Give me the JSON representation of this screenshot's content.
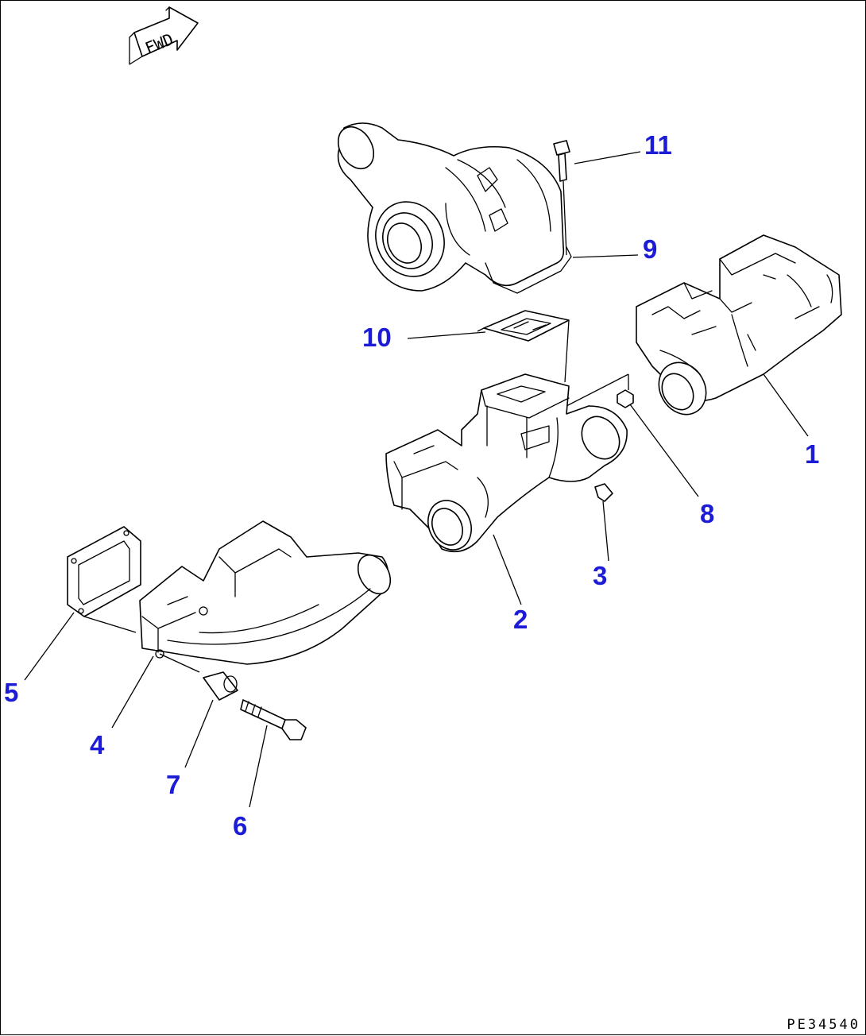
{
  "drawing": {
    "orientation_label": "FWD",
    "drawing_code": "PE34540"
  },
  "callouts": [
    {
      "id": "c1",
      "label": "1",
      "part": "exhaust-manifold-rear"
    },
    {
      "id": "c2",
      "label": "2",
      "part": "exhaust-manifold-center"
    },
    {
      "id": "c3",
      "label": "3",
      "part": "plug"
    },
    {
      "id": "c4",
      "label": "4",
      "part": "exhaust-manifold-front"
    },
    {
      "id": "c5",
      "label": "5",
      "part": "gasket-manifold"
    },
    {
      "id": "c6",
      "label": "6",
      "part": "bolt-manifold"
    },
    {
      "id": "c7",
      "label": "7",
      "part": "spacer"
    },
    {
      "id": "c8",
      "label": "8",
      "part": "nut"
    },
    {
      "id": "c9",
      "label": "9",
      "part": "turbocharger-flange"
    },
    {
      "id": "c10",
      "label": "10",
      "part": "gasket-turbo"
    },
    {
      "id": "c11",
      "label": "11",
      "part": "bolt-turbo"
    }
  ]
}
